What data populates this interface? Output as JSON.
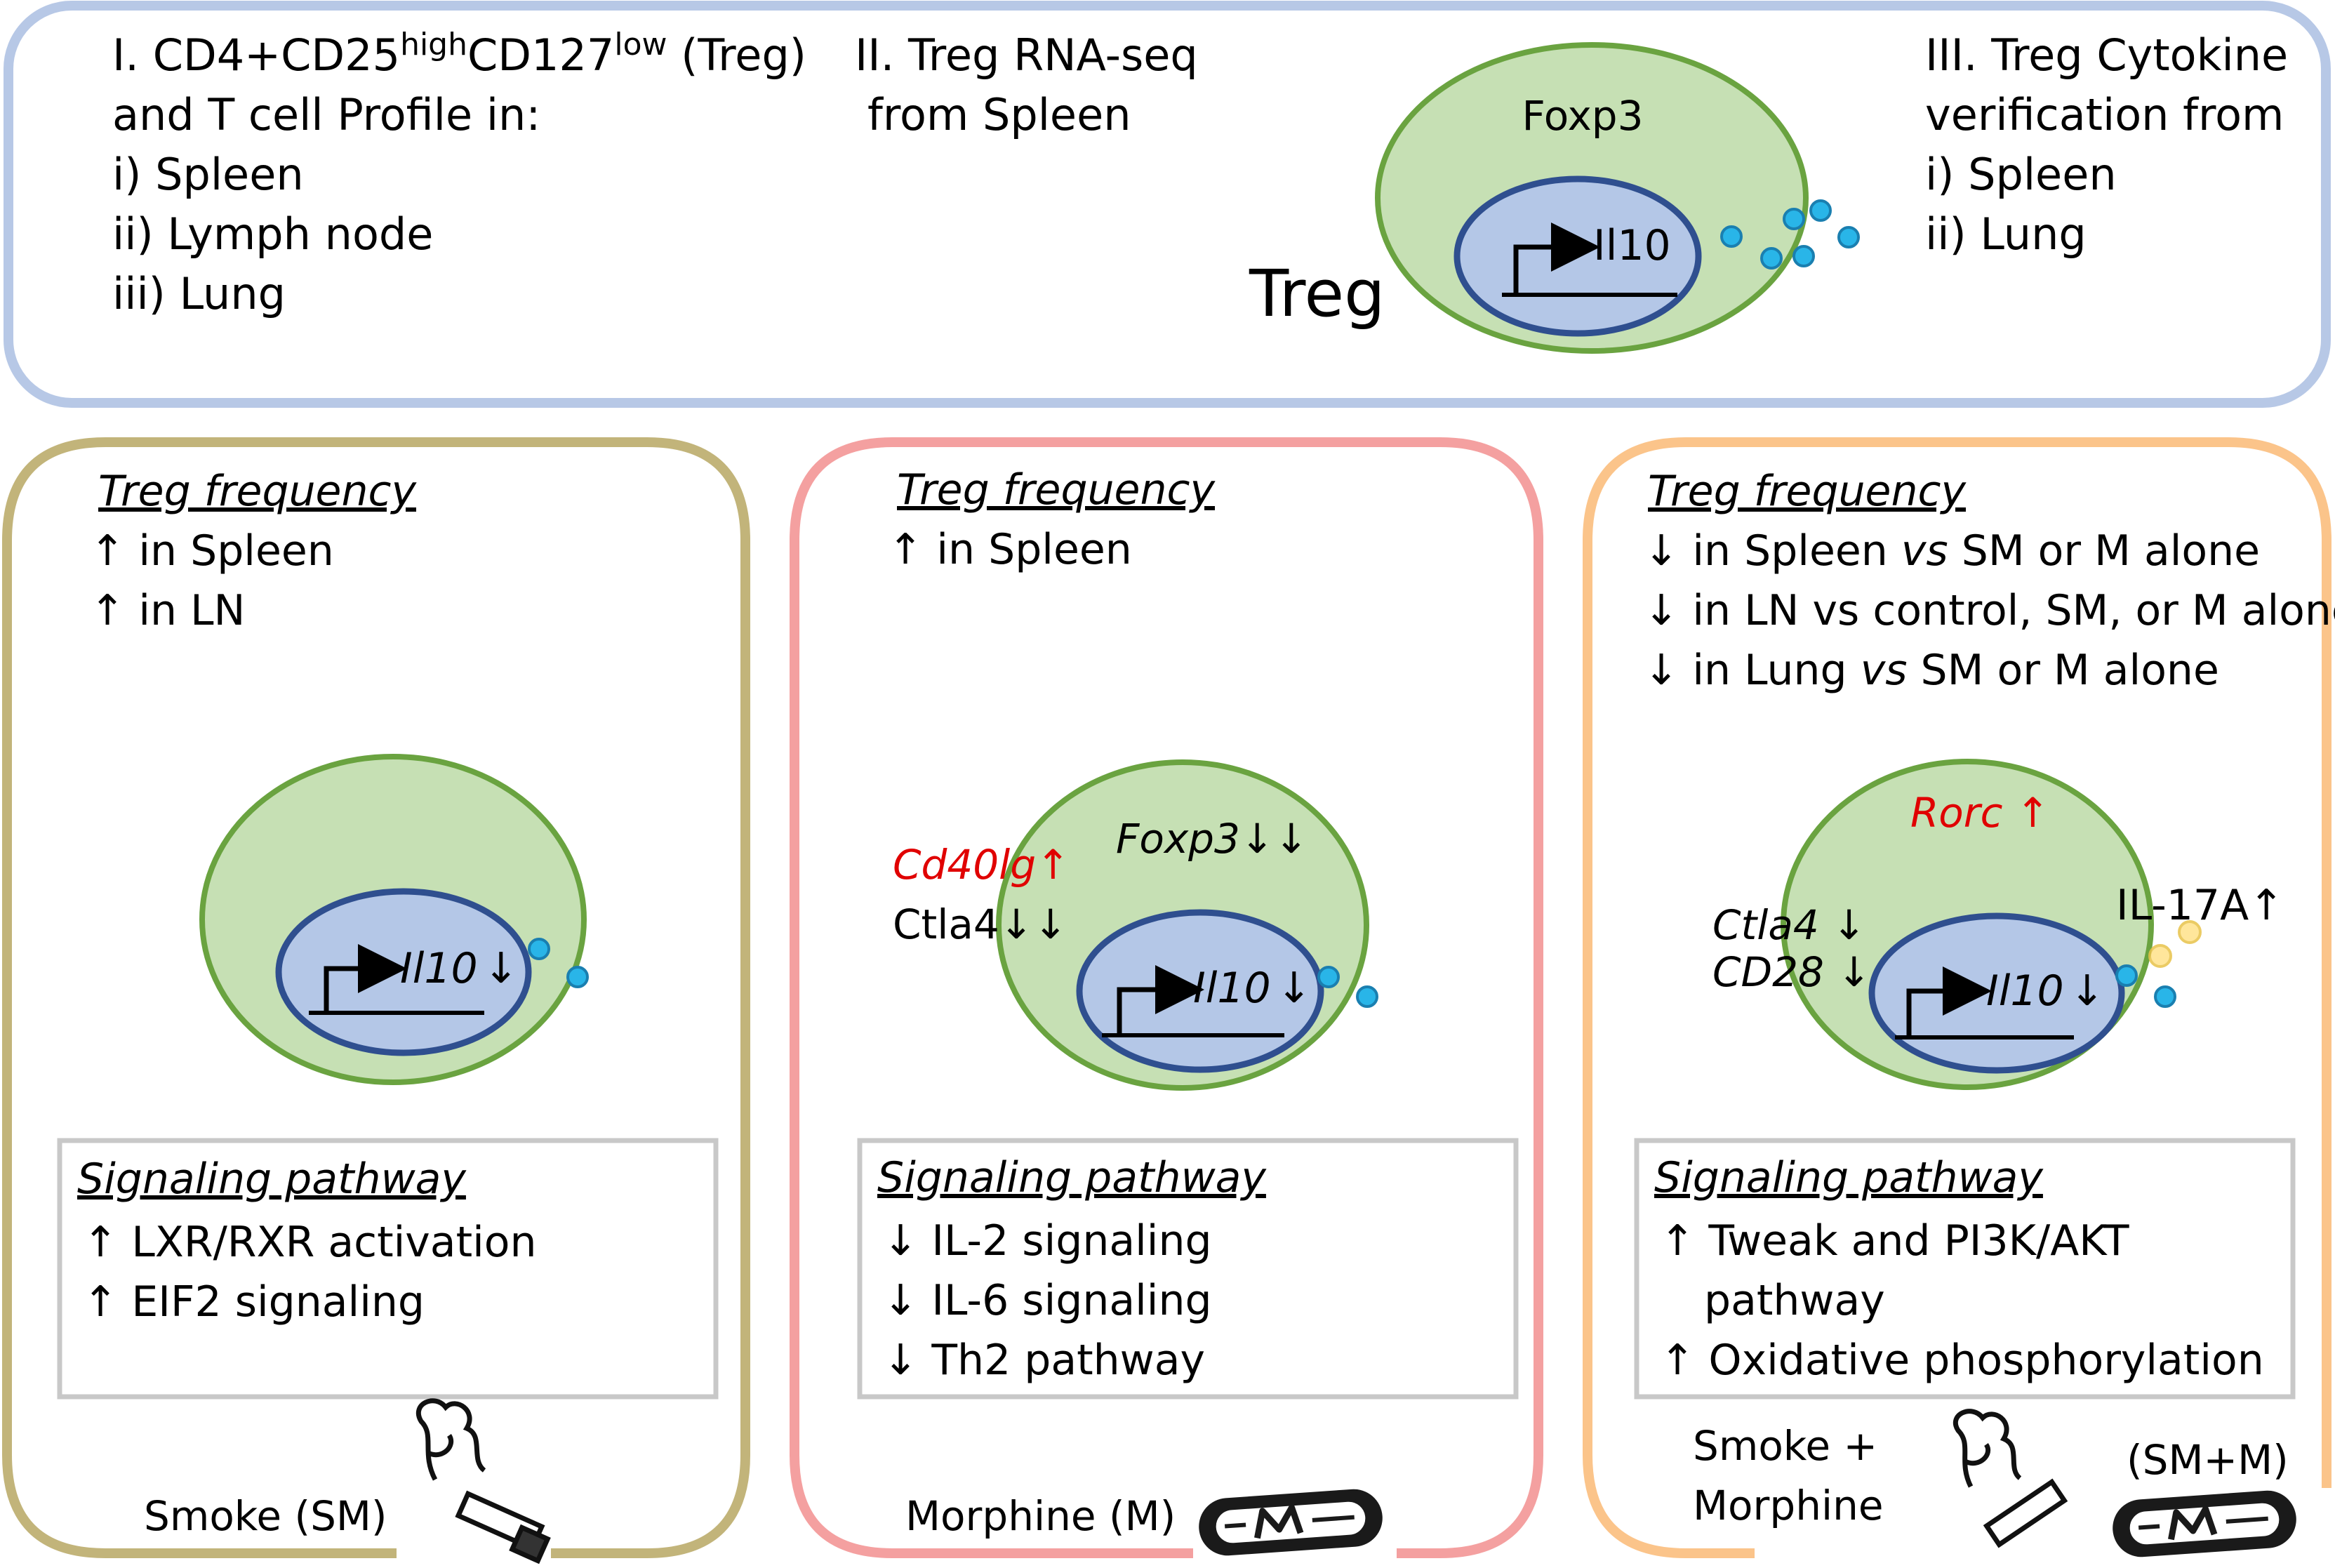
{
  "top_panel": {
    "col1": {
      "line1": "I. CD4+CD25",
      "line1_sup1": "high",
      "line1_mid": "CD127",
      "line1_sup2": "low",
      "line1_end": " (Treg)",
      "line2": "and T cell Profile in:",
      "line3": "i) Spleen",
      "line4": "ii) Lymph node",
      "line5": "iii) Lung"
    },
    "col2": {
      "line1": "II. Treg RNA-seq",
      "line2": "from Spleen"
    },
    "col3": {
      "line1": "III. Treg Cytokine",
      "line2": "verification from",
      "line3": "i) Spleen",
      "line4": "ii) Lung"
    },
    "cell": {
      "label": "Treg",
      "marker": "Foxp3",
      "gene": "Il10"
    }
  },
  "panels": [
    {
      "title": "Treg frequency",
      "items": [
        "↑ in Spleen",
        "↑ in LN"
      ],
      "cell": {
        "gene": "Il10",
        "gene_change": "↓"
      },
      "signaling_title": "Signaling pathway",
      "signaling_items": [
        "↑ LXR/RXR activation",
        "↑ EIF2 signaling"
      ],
      "footer": "Smoke (SM)",
      "border_color": "#c2b47a"
    },
    {
      "title": "Treg frequency",
      "items": [
        "↑ in Spleen"
      ],
      "cell": {
        "gene": "Il10",
        "gene_change": "↓",
        "foxp3": "Foxp3↓↓",
        "cd40lg": "Cd40lg↑",
        "ctla4": "Ctla4↓↓"
      },
      "signaling_title": "Signaling pathway",
      "signaling_items": [
        "↓ IL-2 signaling",
        "↓ IL-6 signaling",
        "↓ Th2 pathway"
      ],
      "footer": "Morphine (M)",
      "border_color": "#f4a0a0"
    },
    {
      "title": "Treg frequency",
      "items": [
        {
          "arrow": "↓ in Spleen ",
          "vs": "vs",
          "rest": " SM or M alone"
        },
        {
          "arrow": "↓ in LN vs control, SM, or M alone",
          "vs": "",
          "rest": ""
        },
        {
          "arrow": "↓ in Lung ",
          "vs": "vs",
          "rest": " SM or M alone"
        }
      ],
      "cell": {
        "gene": "Il10",
        "gene_change": "↓",
        "rorc": "Rorc ↑",
        "ctla4": "Ctla4 ↓",
        "cd28": "CD28 ↓",
        "il17a": "IL-17A↑"
      },
      "signaling_title": "Signaling pathway",
      "signaling_items": [
        "↑ Tweak and PI3K/AKT",
        "pathway",
        "↑ Oxidative phosphorylation"
      ],
      "footer_line1": "Smoke +",
      "footer_line2": "Morphine",
      "footer_right": "(SM+M)",
      "border_color": "#fbc48a"
    }
  ],
  "icons": [
    "cigarette-icon",
    "morphine-pill-icon"
  ],
  "colors": {
    "top_border": "#b7c8e6",
    "cell_fill": "#c6e0b4",
    "cell_stroke": "#6aa340",
    "nucleus_fill": "#b4c7e7",
    "nucleus_stroke": "#2f4f8f",
    "cytokine": "#29b5e8",
    "il17a_dot": "#ffe28a",
    "red_text": "#e00000"
  }
}
